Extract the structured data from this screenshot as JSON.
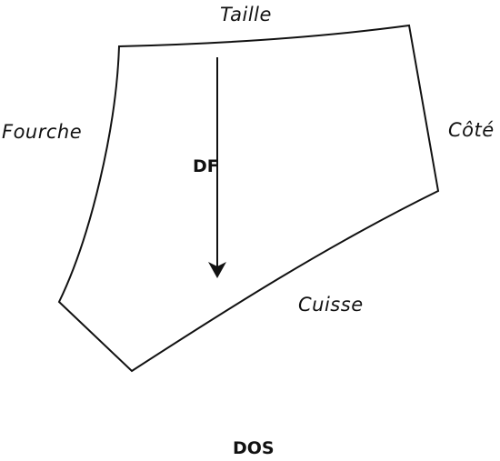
{
  "piece": {
    "name": "DOS",
    "grainline_label": "DF"
  },
  "edges": {
    "waist": "Taille",
    "crotch": "Fourche",
    "side": "Côté",
    "thigh": "Cuisse"
  },
  "colors": {
    "line": "#111111",
    "background": "#ffffff"
  }
}
